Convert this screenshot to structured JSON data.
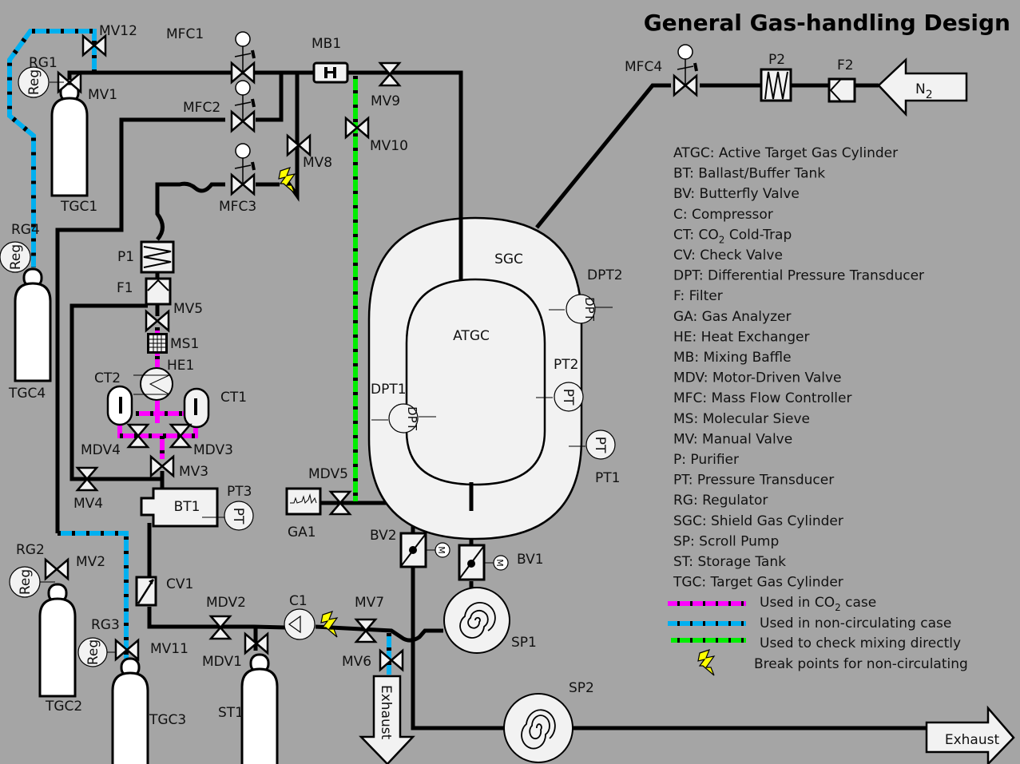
{
  "title": "General Gas-handling Design",
  "colors": {
    "background": "#a5a5a5",
    "component_fill": "#f2f2f2",
    "co2_line": "#ff00ff",
    "non_circulating_line": "#00b0f0",
    "mixing_check_line": "#00ee00",
    "break_point": "#ffff00"
  },
  "vessels": {
    "sgc": "SGC",
    "atgc": "ATGC"
  },
  "labels": {
    "mv12": "MV12",
    "mfc1": "MFC1",
    "mb1": "MB1",
    "rg1": "RG1",
    "mv1": "MV1",
    "mfc2": "MFC2",
    "mv9": "MV9",
    "mv10": "MV10",
    "mv8": "MV8",
    "mfc3": "MFC3",
    "tgc1": "TGC1",
    "rg4": "RG4",
    "tgc4": "TGC4",
    "p1": "P1",
    "f1": "F1",
    "mv5": "MV5",
    "ms1": "MS1",
    "he1": "HE1",
    "ct2": "CT2",
    "ct1": "CT1",
    "mdv4": "MDV4",
    "mdv3": "MDV3",
    "mv3": "MV3",
    "mv4": "MV4",
    "bt1": "BT1",
    "pt3": "PT3",
    "mdv5": "MDV5",
    "ga1": "GA1",
    "rg2": "RG2",
    "mv2": "MV2",
    "cv1": "CV1",
    "mdv2": "MDV2",
    "c1": "C1",
    "mv7": "MV7",
    "rg3": "RG3",
    "mv11": "MV11",
    "mdv1": "MDV1",
    "mv6": "MV6",
    "tgc2": "TGC2",
    "tgc3": "TGC3",
    "st1": "ST1",
    "bv2": "BV2",
    "bv1": "BV1",
    "sp1": "SP1",
    "sp2": "SP2",
    "dpt1": "DPT1",
    "dpt2": "DPT2",
    "pt1": "PT1",
    "pt2": "PT2",
    "mfc4": "MFC4",
    "p2": "P2",
    "f2": "F2",
    "n2": "N",
    "n2_sub": "2",
    "exhaust_down": "Exhaust",
    "exhaust_right": "Exhaust"
  },
  "symbols": {
    "reg": "Reg",
    "motor": "M",
    "pt": "PT",
    "dpt": "DPT"
  },
  "legend": {
    "abbreviations": [
      {
        "text": "ATGC: Active Target Gas Cylinder"
      },
      {
        "text": "BT: Ballast/Buffer Tank"
      },
      {
        "text": "BV: Butterfly Valve"
      },
      {
        "text": "C: Compressor"
      },
      {
        "pre": "CT: CO",
        "sub": "2",
        "post": " Cold-Trap"
      },
      {
        "text": "CV: Check Valve"
      },
      {
        "text": "DPT: Differential Pressure Transducer"
      },
      {
        "text": "F: Filter"
      },
      {
        "text": "GA: Gas Analyzer"
      },
      {
        "text": "HE: Heat Exchanger"
      },
      {
        "text": "MB: Mixing Baffle"
      },
      {
        "text": "MDV: Motor-Driven Valve"
      },
      {
        "text": "MFC: Mass Flow Controller"
      },
      {
        "text": "MS: Molecular Sieve"
      },
      {
        "text": "MV: Manual Valve"
      },
      {
        "text": "P: Purifier"
      },
      {
        "text": "PT: Pressure Transducer"
      },
      {
        "text": "RG: Regulator"
      },
      {
        "text": "SGC: Shield Gas Cylinder"
      },
      {
        "text": "SP: Scroll Pump"
      },
      {
        "text": "ST: Storage Tank"
      },
      {
        "text": "TGC: Target Gas Cylinder"
      }
    ],
    "line_keys": {
      "co2_pre": "Used in CO",
      "co2_sub": "2",
      "co2_post": " case",
      "non_circulating": "Used in non-circulating case",
      "mixing": "Used to check mixing directly",
      "break_points": "Break points for non-circulating"
    }
  }
}
